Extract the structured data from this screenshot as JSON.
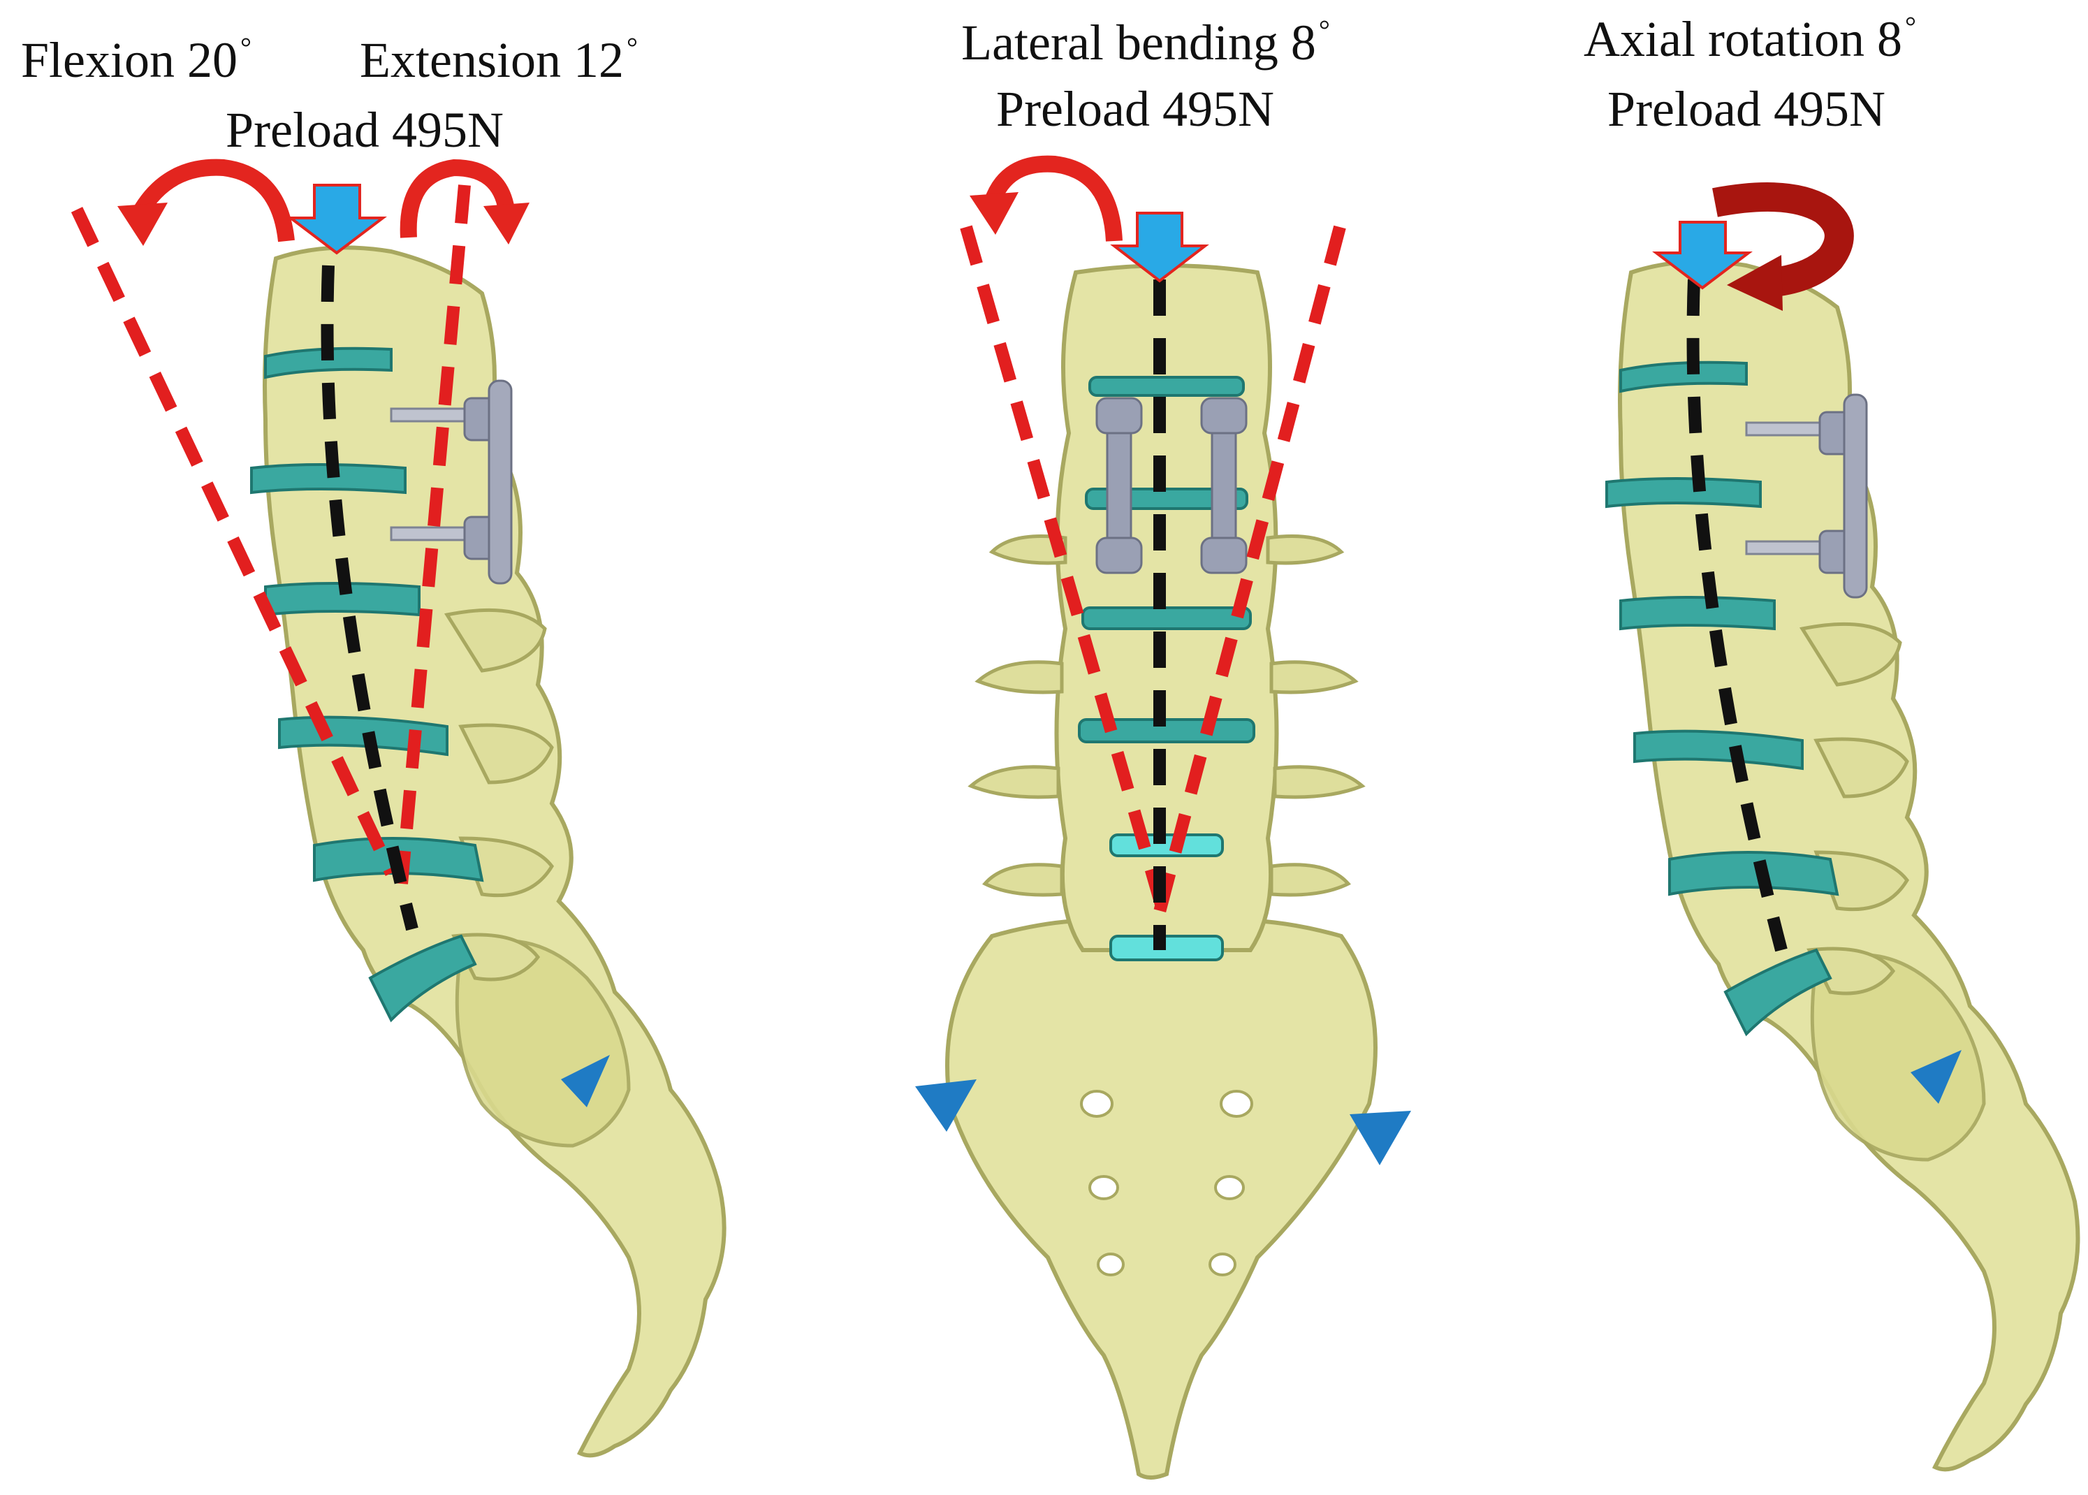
{
  "panels": [
    {
      "id": "sagittal-flexion-extension",
      "labels": {
        "flexion": "Flexion 20",
        "extension": "Extension 12",
        "preload": "Preload 495N"
      }
    },
    {
      "id": "coronal-lateral-bending",
      "labels": {
        "motion": "Lateral bending 8",
        "preload": "Preload 495N"
      }
    },
    {
      "id": "sagittal-axial-rotation",
      "labels": {
        "motion": "Axial rotation 8",
        "preload": "Preload 495N"
      }
    }
  ],
  "degree_symbol": "°",
  "colors": {
    "bone": "#e4e4a6",
    "bone_dark": "#a8a860",
    "disc": "#3aa8a0",
    "disc_light": "#62e0dc",
    "motion_arrow": "#e3251f",
    "rotation_arrow": "#a8150f",
    "preload_arrow": "#29a9e6",
    "dashed_axis_red": "#e21f1f",
    "dashed_axis_black": "#111111",
    "fixation_marker": "#1f7bc4",
    "implant": "#9aa0b4"
  },
  "icons": [
    "preload-arrow-icon",
    "bending-arrow-icon",
    "rotation-arrow-icon",
    "fixation-triangle-icon"
  ]
}
